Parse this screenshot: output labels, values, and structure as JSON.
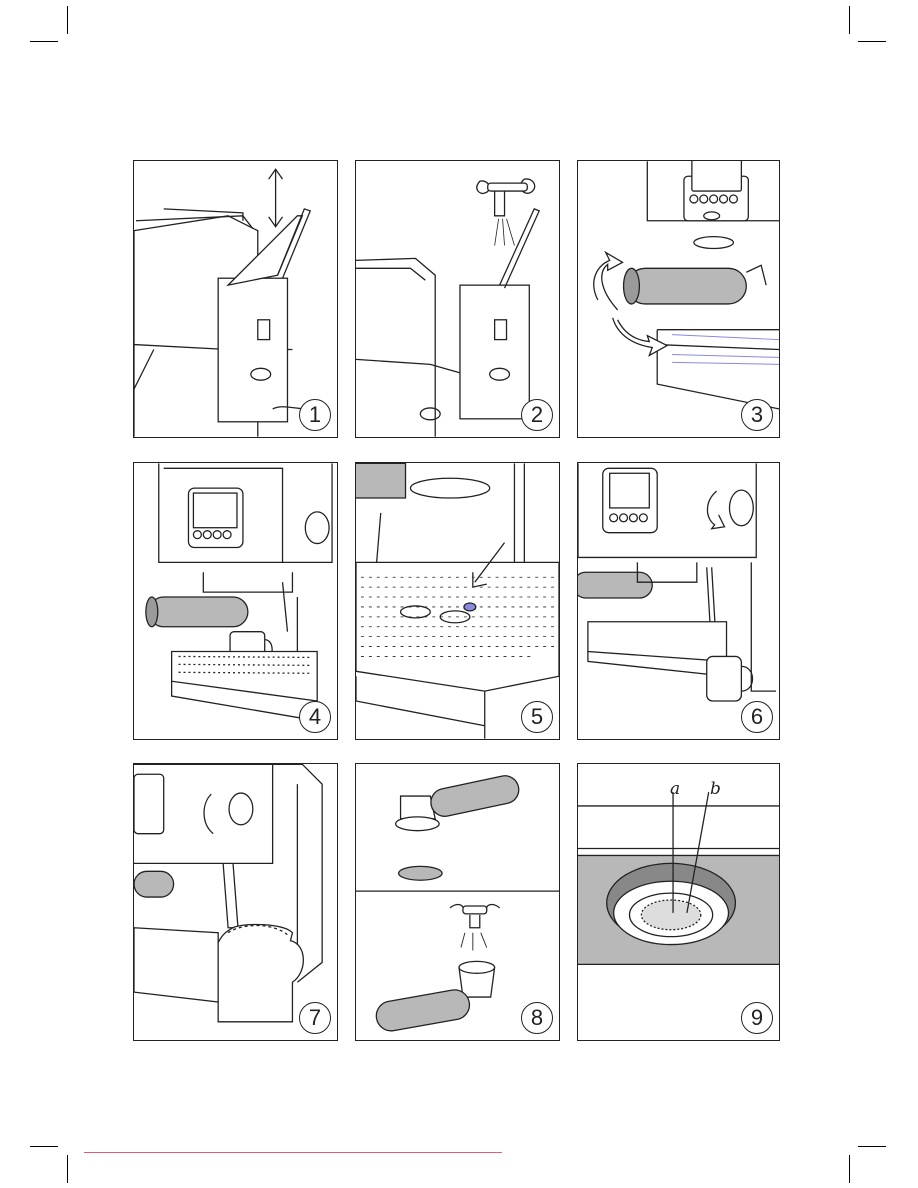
{
  "panels": [
    {
      "number": "1",
      "illustration": "water-tank-lift"
    },
    {
      "number": "2",
      "illustration": "fill-tank-at-tap"
    },
    {
      "number": "3",
      "illustration": "rotate-filter-holder"
    },
    {
      "number": "4",
      "illustration": "espresso-into-cup"
    },
    {
      "number": "5",
      "illustration": "drip-tray-indicator"
    },
    {
      "number": "6",
      "illustration": "steam-into-mug"
    },
    {
      "number": "7",
      "illustration": "froth-milk-jug"
    },
    {
      "number": "8",
      "illustration": "clean-filter-holder"
    },
    {
      "number": "9",
      "illustration": "brew-head-closeup"
    }
  ],
  "callouts": {
    "a": "a",
    "b": "b"
  },
  "colors": {
    "line": "#222222",
    "shading": "#b8b8b8",
    "highlight": "#8a8ae0",
    "trim_line": "#e05a7a"
  }
}
